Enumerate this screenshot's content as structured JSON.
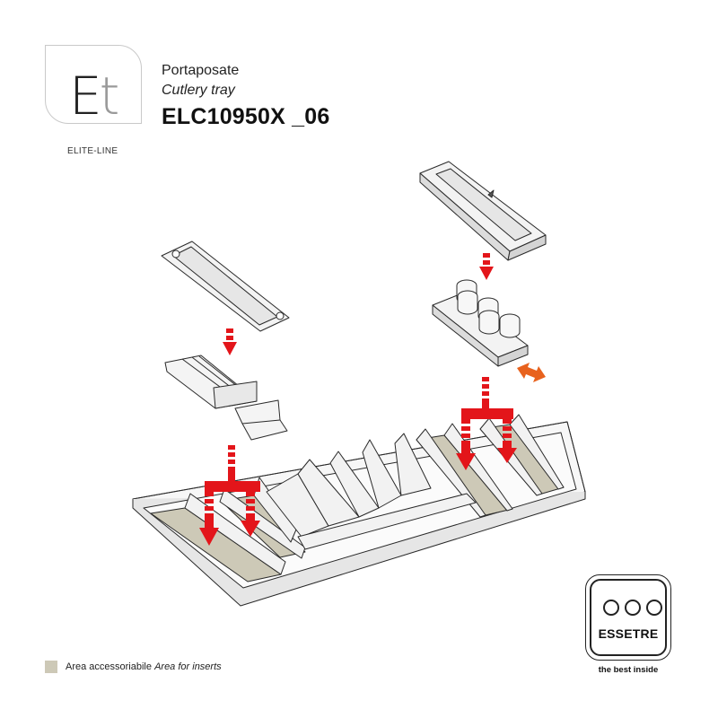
{
  "header": {
    "logo_letters": {
      "e": "E",
      "t": "t"
    },
    "logo_subtitle": "ELITE-LINE",
    "title_it": "Portaposate",
    "title_en": "Cutlery tray",
    "product_code": "ELC10950X _06"
  },
  "legend": {
    "label_it": "Area accessoriabile",
    "label_en": "Area for inserts",
    "swatch_color": "#cdc9b7"
  },
  "brand": {
    "name": "ESSETRE",
    "tagline": "the best inside"
  },
  "colors": {
    "insert_area": "#cdc9b7",
    "arrow_red": "#e3151a",
    "arrow_orange": "#e8621d",
    "outline": "#2a2a2a"
  },
  "icons": [
    "down-arrow-icon",
    "double-arrow-icon"
  ]
}
